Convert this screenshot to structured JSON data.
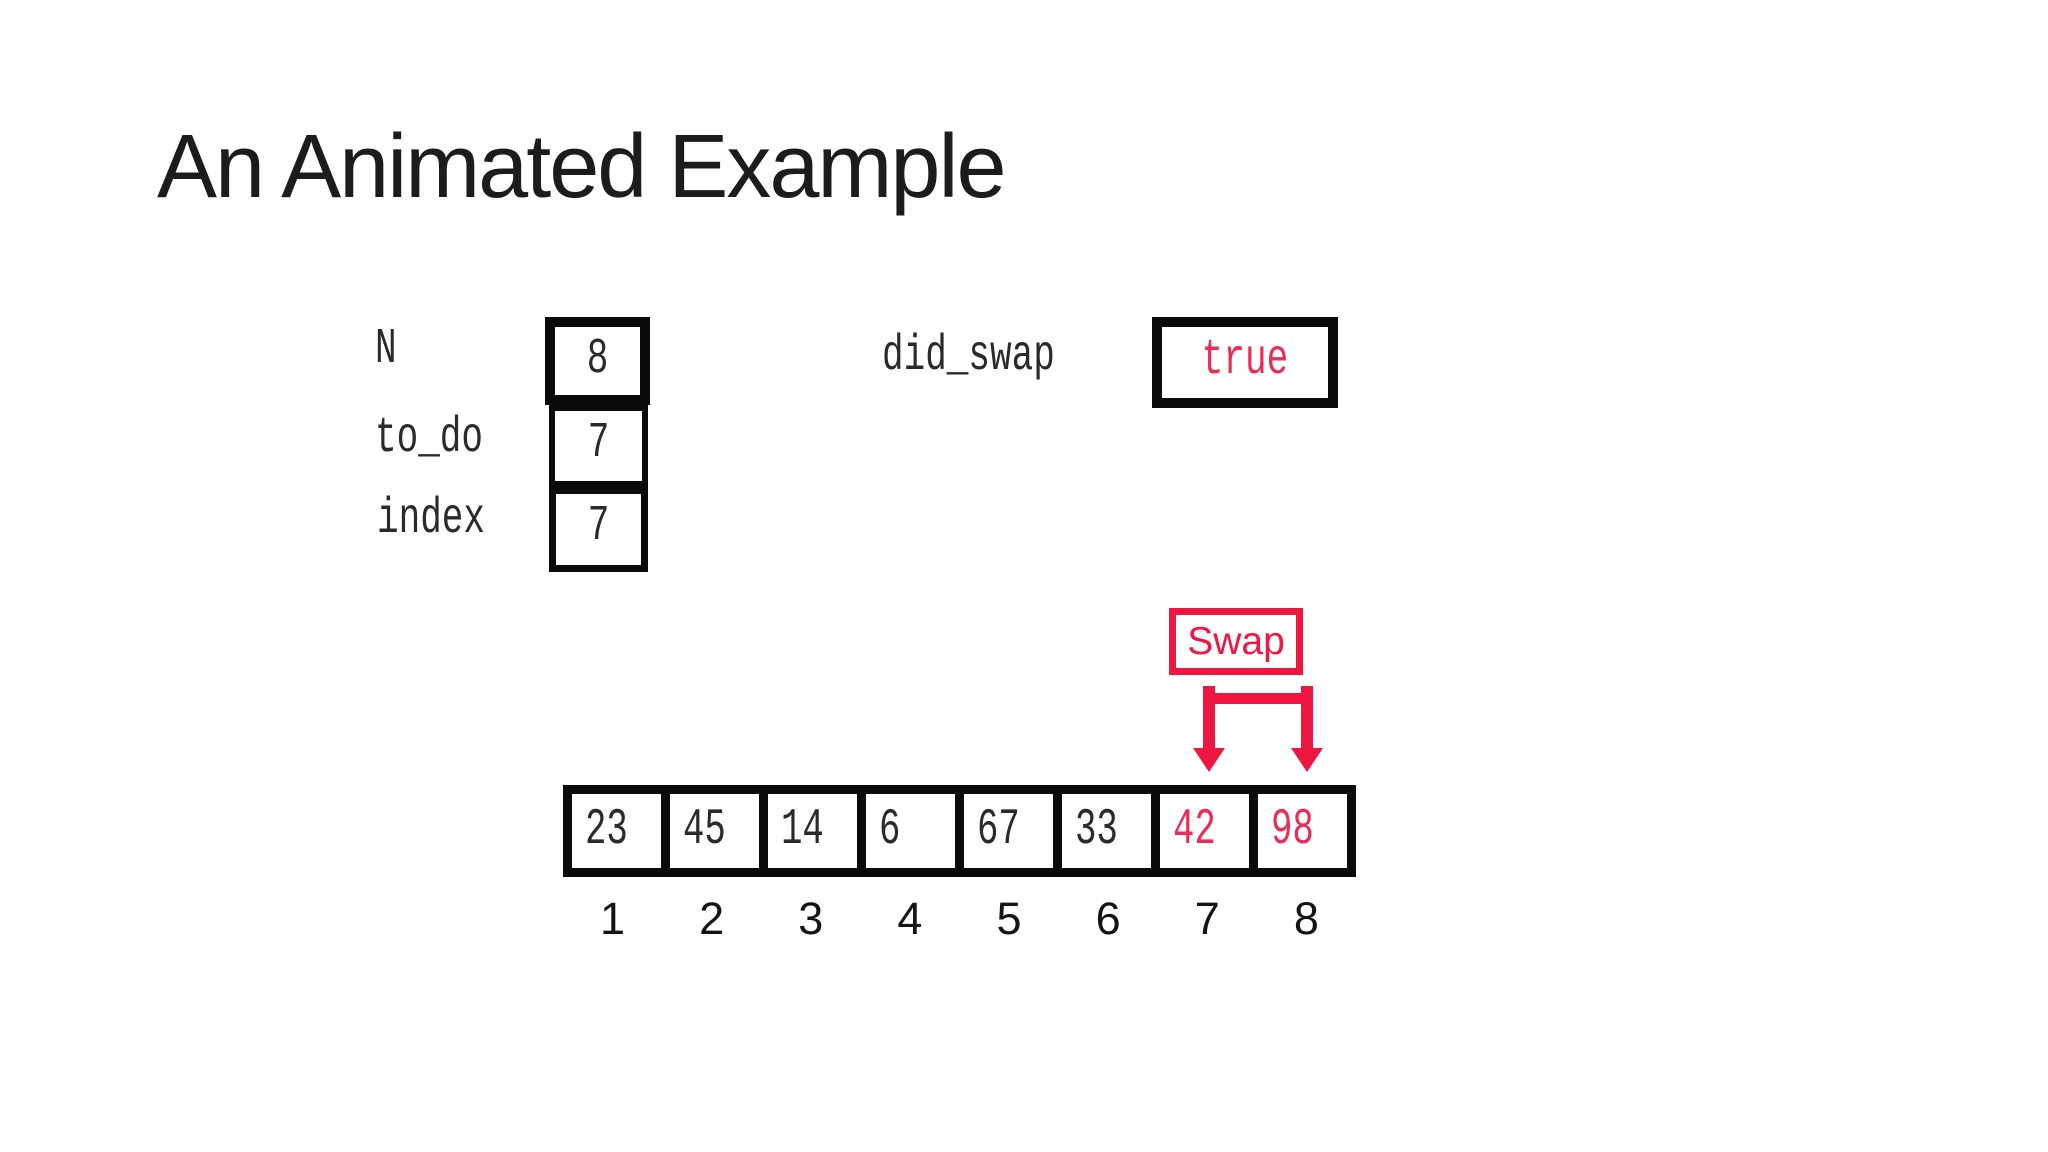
{
  "slide": {
    "title": "An Animated Example",
    "background": "#ffffff"
  },
  "colors": {
    "ink": "#2a2a2a",
    "border_black": "#0a0a0a",
    "accent_red": "#ee1742",
    "mono_red": "#e92d57"
  },
  "variables": {
    "rows": [
      {
        "name": "N",
        "value": "8"
      },
      {
        "name": "to_do",
        "value": "7"
      },
      {
        "name": "index",
        "value": "7"
      }
    ]
  },
  "did_swap": {
    "label": "did_swap",
    "value": "true"
  },
  "swap_callout": {
    "label": "Swap"
  },
  "array": {
    "cells": [
      {
        "value": "23",
        "color": "#2a2a2a"
      },
      {
        "value": "45",
        "color": "#2a2a2a"
      },
      {
        "value": "14",
        "color": "#2a2a2a"
      },
      {
        "value": "6",
        "color": "#2a2a2a"
      },
      {
        "value": "67",
        "color": "#2a2a2a"
      },
      {
        "value": "33",
        "color": "#2a2a2a"
      },
      {
        "value": "42",
        "color": "#e92d57"
      },
      {
        "value": "98",
        "color": "#e92d57"
      }
    ],
    "indices": [
      "1",
      "2",
      "3",
      "4",
      "5",
      "6",
      "7",
      "8"
    ]
  }
}
